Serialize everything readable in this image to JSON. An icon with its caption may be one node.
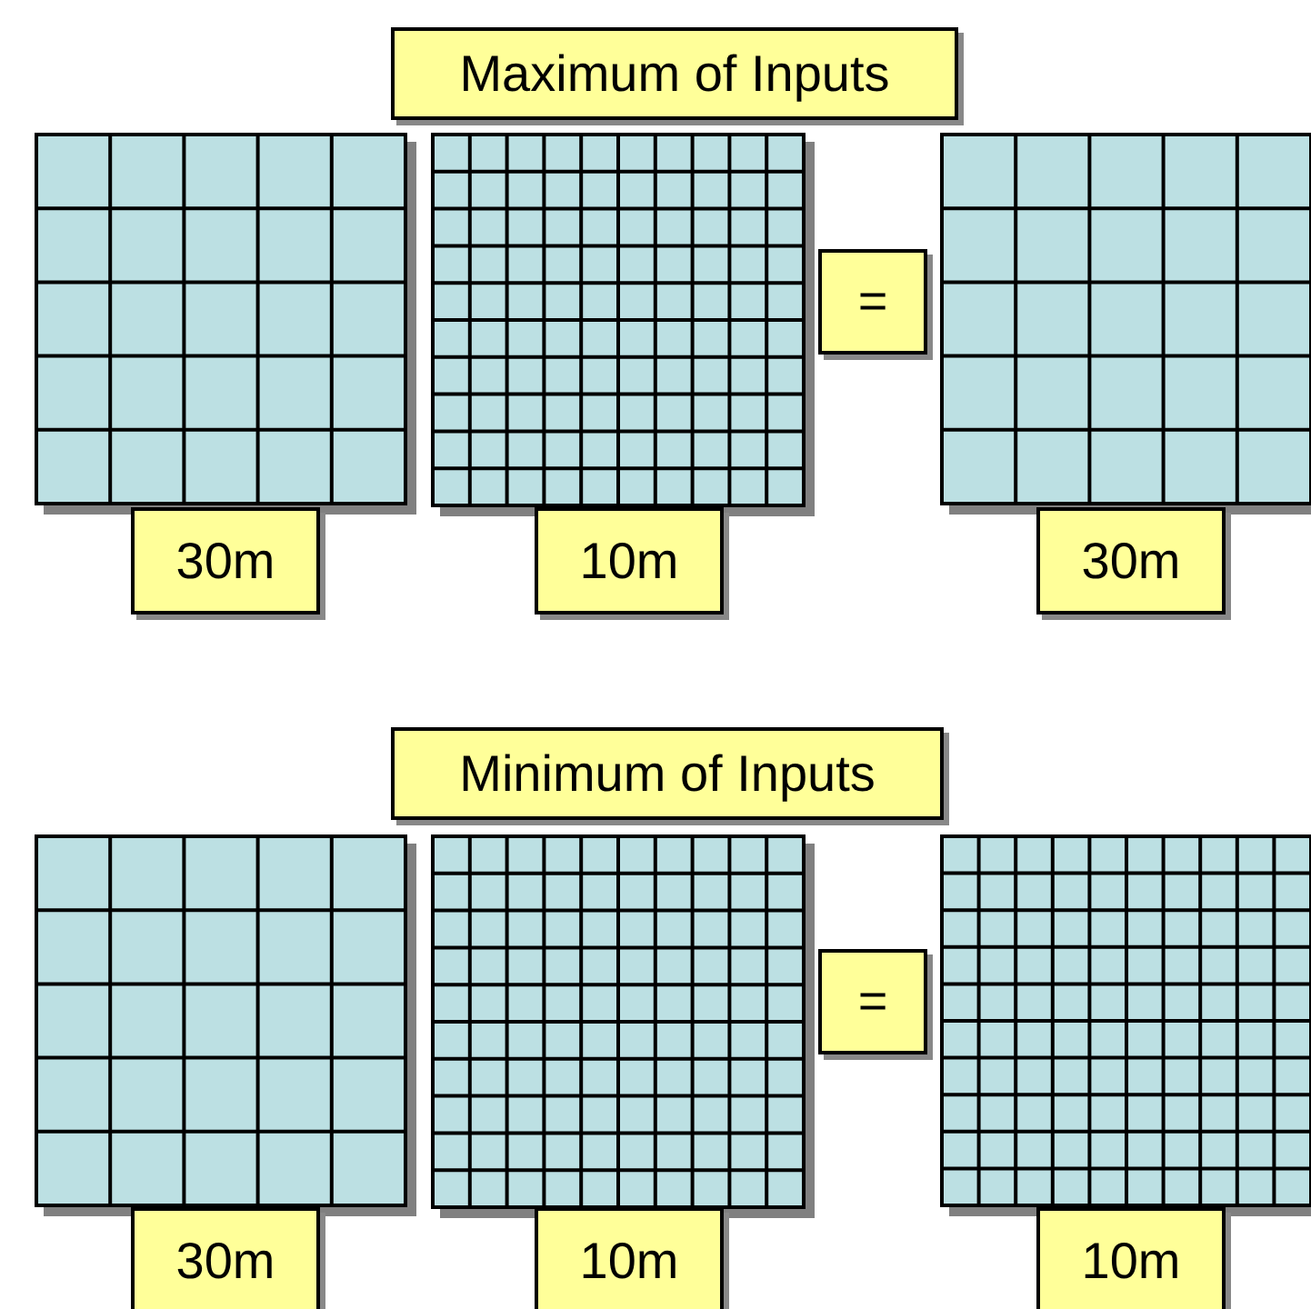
{
  "diagram": {
    "nodes": [
      {
        "text": [
          "Maximum of Inputs"
        ]
      },
      {
        "text": [
          "="
        ]
      },
      {
        "text": [
          "30m"
        ]
      },
      {
        "text": [
          "10m"
        ]
      },
      {
        "text": [
          "30m"
        ]
      },
      {
        "text": [
          "Minimum of Inputs"
        ]
      },
      {
        "text": [
          "="
        ]
      },
      {
        "text": [
          "30m"
        ]
      },
      {
        "text": [
          "10m"
        ]
      },
      {
        "text": [
          "10m"
        ]
      }
    ]
  }
}
